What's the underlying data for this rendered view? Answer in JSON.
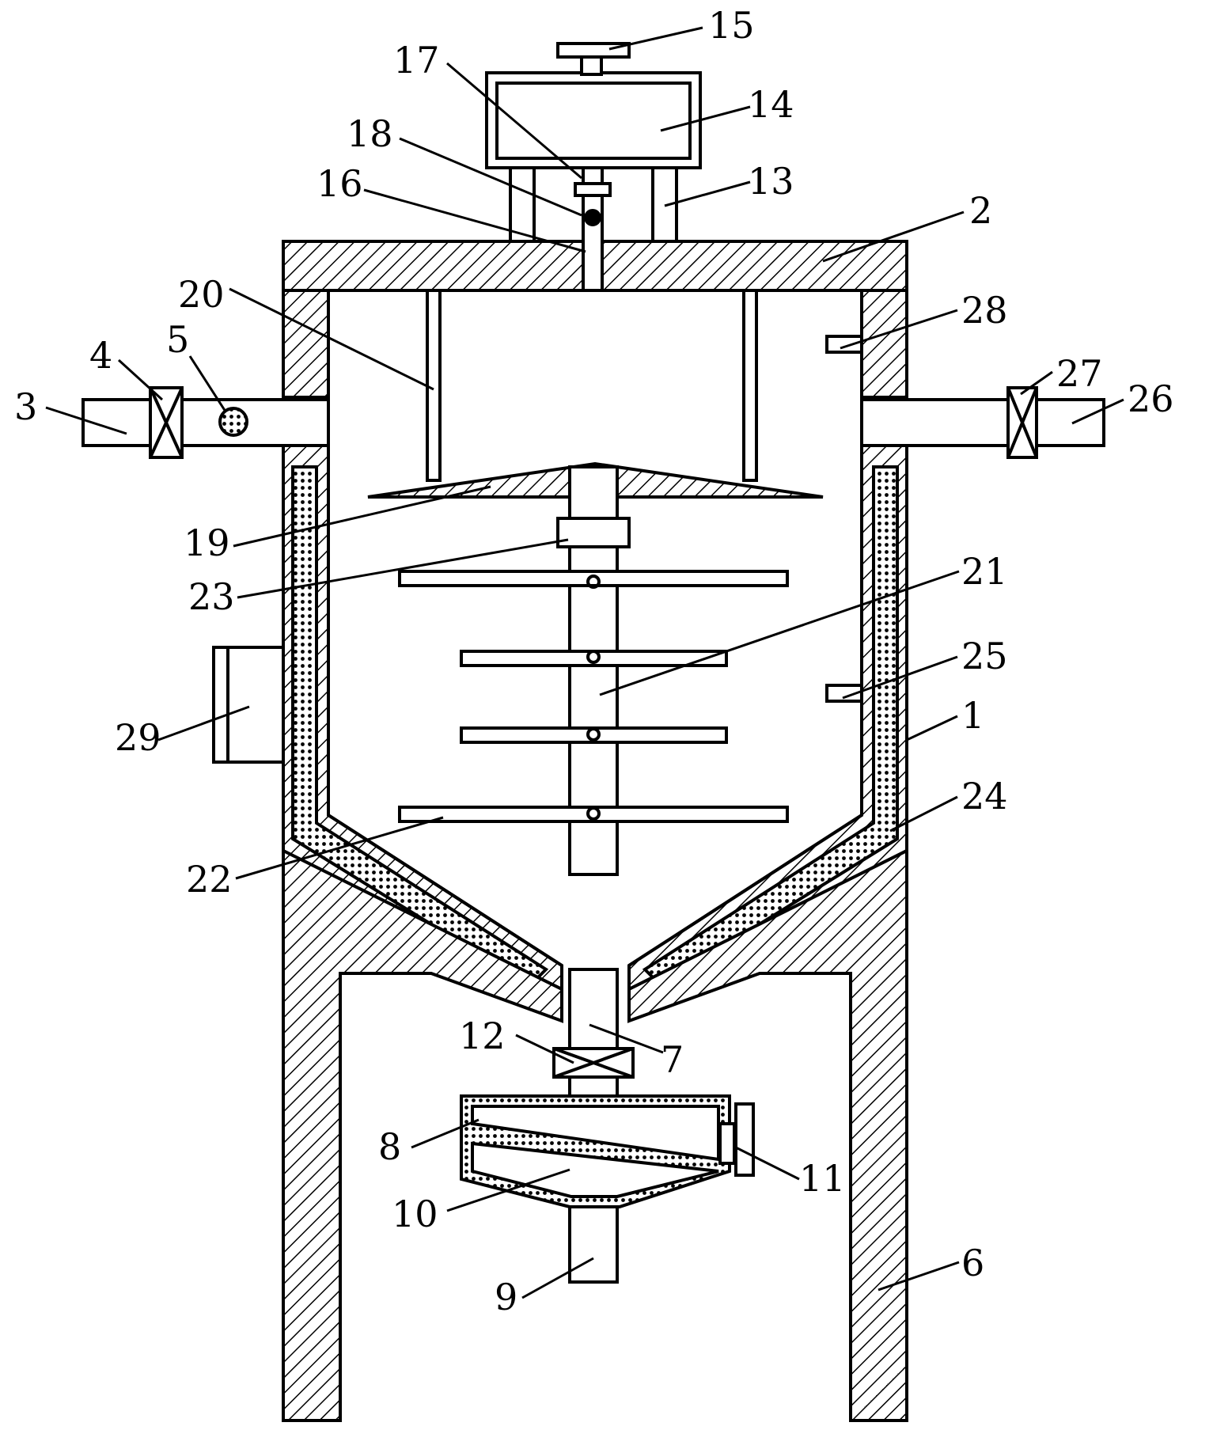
{
  "figure": {
    "labels": [
      {
        "id": "1",
        "text": "1"
      },
      {
        "id": "2",
        "text": "2"
      },
      {
        "id": "3",
        "text": "3"
      },
      {
        "id": "4",
        "text": "4"
      },
      {
        "id": "5",
        "text": "5"
      },
      {
        "id": "6",
        "text": "6"
      },
      {
        "id": "7",
        "text": "7"
      },
      {
        "id": "8",
        "text": "8"
      },
      {
        "id": "9",
        "text": "9"
      },
      {
        "id": "10",
        "text": "10"
      },
      {
        "id": "11",
        "text": "11"
      },
      {
        "id": "12",
        "text": "12"
      },
      {
        "id": "13",
        "text": "13"
      },
      {
        "id": "14",
        "text": "14"
      },
      {
        "id": "15",
        "text": "15"
      },
      {
        "id": "16",
        "text": "16"
      },
      {
        "id": "17",
        "text": "17"
      },
      {
        "id": "18",
        "text": "18"
      },
      {
        "id": "19",
        "text": "19"
      },
      {
        "id": "20",
        "text": "20"
      },
      {
        "id": "21",
        "text": "21"
      },
      {
        "id": "22",
        "text": "22"
      },
      {
        "id": "23",
        "text": "23"
      },
      {
        "id": "24",
        "text": "24"
      },
      {
        "id": "25",
        "text": "25"
      },
      {
        "id": "26",
        "text": "26"
      },
      {
        "id": "27",
        "text": "27"
      },
      {
        "id": "28",
        "text": "28"
      },
      {
        "id": "29",
        "text": "29"
      }
    ],
    "colors": {
      "stroke": "#000000",
      "background": "#ffffff"
    }
  }
}
